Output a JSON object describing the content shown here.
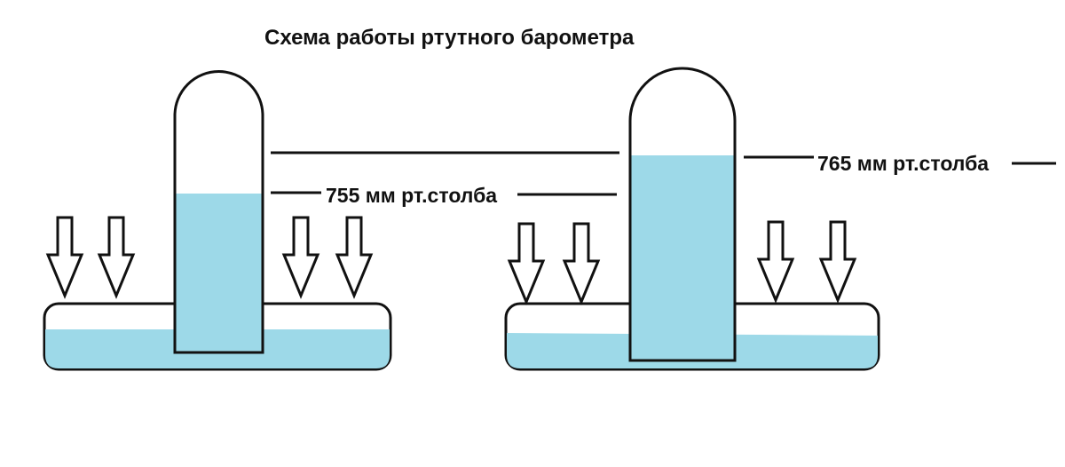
{
  "title": "Схема работы ртутного барометра",
  "barometers": [
    {
      "reading_label": "755 мм рт.столба",
      "mercury_level_mm": 755
    },
    {
      "reading_label": "765 мм рт.столба",
      "mercury_level_mm": 765
    }
  ],
  "colors": {
    "mercury": "#9dd9e8",
    "outline": "#111111",
    "background": "#ffffff"
  },
  "icons": [
    "down-arrow-icon"
  ]
}
